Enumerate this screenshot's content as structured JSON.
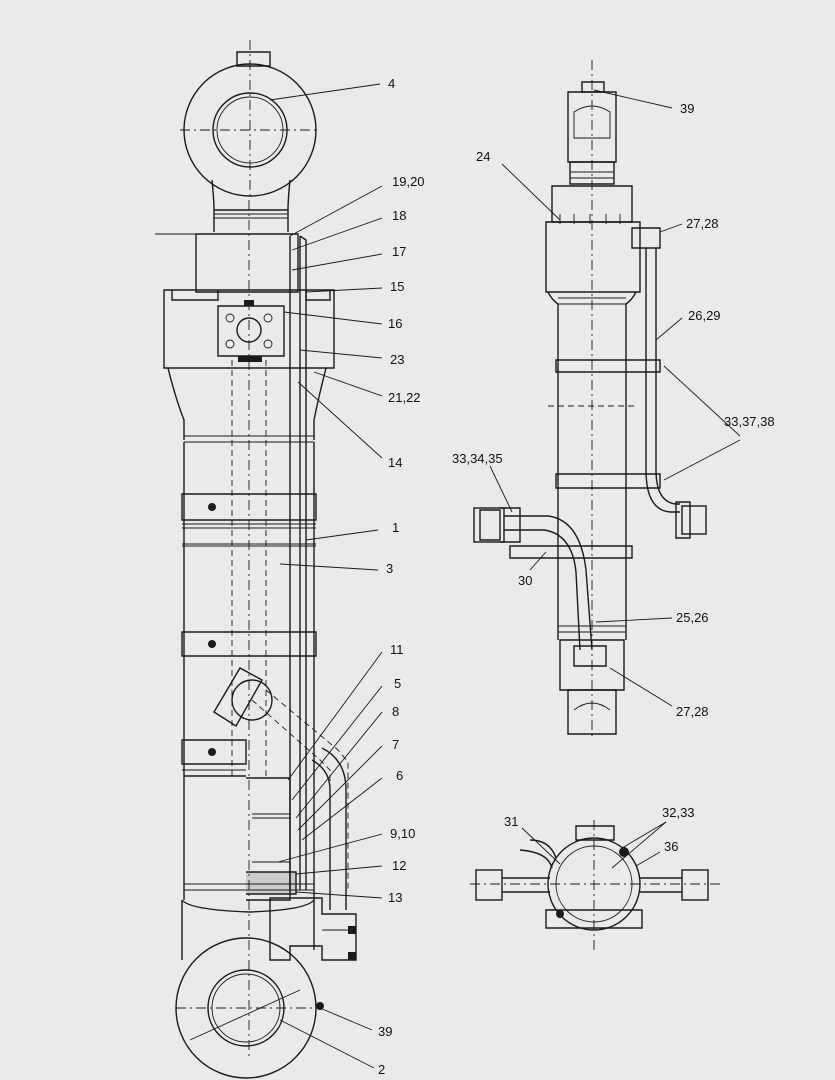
{
  "callouts": {
    "c4": "4",
    "c19_20": "19,20",
    "c18": "18",
    "c17": "17",
    "c15": "15",
    "c16": "16",
    "c23": "23",
    "c21_22": "21,22",
    "c14": "14",
    "c1": "1",
    "c3": "3",
    "c11": "11",
    "c5": "5",
    "c8": "8",
    "c7": "7",
    "c6": "6",
    "c9_10": "9,10",
    "c12": "12",
    "c13": "13",
    "c39_bottom": "39",
    "c2": "2",
    "c39_top": "39",
    "c24": "24",
    "c27_28_top": "27,28",
    "c26_29": "26,29",
    "c33_37_38": "33,37,38",
    "c33_34_35": "33,34,35",
    "c30": "30",
    "c25_26": "25,26",
    "c27_28_bottom": "27,28",
    "c31": "31",
    "c32_33": "32,33",
    "c36": "36"
  }
}
